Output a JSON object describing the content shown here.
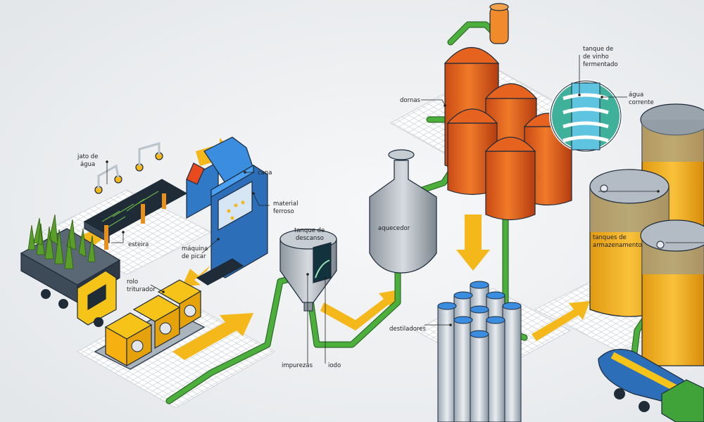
{
  "labels": {
    "water_jet_1": "jato de",
    "water_jet_2": "água",
    "belt": "esteira",
    "cane": "cana",
    "ferrous_1": "material",
    "ferrous_2": "ferroso",
    "chopper_1": "máquina",
    "chopper_2": "de picar",
    "roller_1": "rolo",
    "roller_2": "triturador",
    "rest_tank_1": "tanque de",
    "rest_tank_2": "descanso",
    "heater": "aquecedor",
    "vats": "dornas",
    "wine_tank_1": "tanque de",
    "wine_tank_2": "de vinho",
    "wine_tank_3": "fermentado",
    "running_water_1": "água",
    "running_water_2": "corrente",
    "distillers": "destiladores",
    "impurities": "impurezas",
    "sludge": "iodo",
    "storage_1": "tanques de",
    "storage_2": "armazenamento"
  },
  "colors": {
    "fermentation_vats": "#f07a2a",
    "pipes": "#4caf3c",
    "flow_arrows": "#f4b81a",
    "machinery_blue": "#2c6fb8",
    "storage_tanks": "#f9c23a",
    "wine_tank_detail": "#3fb19a"
  }
}
